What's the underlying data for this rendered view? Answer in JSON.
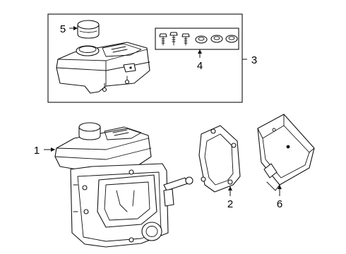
{
  "diagram": {
    "background": "#ffffff",
    "line_color": "#111111",
    "callouts": [
      {
        "id": "callout-1",
        "label": "1"
      },
      {
        "id": "callout-2",
        "label": "2"
      },
      {
        "id": "callout-3",
        "label": "3"
      },
      {
        "id": "callout-4",
        "label": "4"
      },
      {
        "id": "callout-5",
        "label": "5"
      },
      {
        "id": "callout-6",
        "label": "6"
      }
    ]
  }
}
